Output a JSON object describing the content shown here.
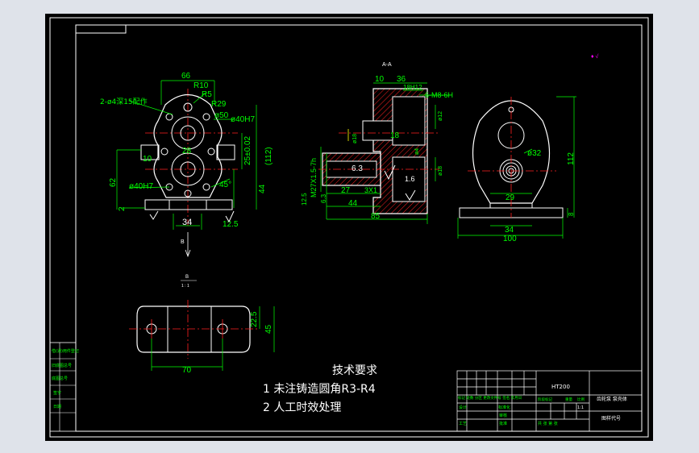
{
  "colors": {
    "background": "#000000",
    "frame": "#ffffff",
    "outline": "#ffffff",
    "dimension": "#00ff00",
    "center_line": "#ff2020",
    "hatch": "#ff2020",
    "hidden": "#ffff00",
    "symbol": "#ff00ff",
    "note": "#ffffff"
  },
  "section_label": "A-A",
  "view_b_label": "B",
  "view_b_scale": "1 : 1",
  "view_b_arrow_label": "B",
  "roughness_symbol": "♦ √",
  "tech_requirements": {
    "title": "技术要求",
    "item1": "1  未注铸造圆角R3-R4",
    "item2": "2  人工时效处理"
  },
  "title_block": {
    "material": "HT200",
    "drawing_name": "齿轮泵 泵壳体",
    "code_label": "图样代号",
    "row_label": "标记 处数 分区 更改文件号 签名 年月日",
    "design": "设计",
    "standard": "标准化",
    "check": "审核",
    "craft": "工艺",
    "approve": "批准",
    "stage": "阶段标记",
    "weight": "重量",
    "scale": "比例",
    "scale_value": "1:1",
    "sheet_count": "共 张 第 张"
  },
  "side_table": [
    "借(通)用件登记",
    "旧底图总号",
    "底图总号",
    "签字",
    "日期"
  ],
  "front_view": {
    "dims": [
      "66",
      "R10",
      "R5",
      "R29",
      "ø50",
      "ø40H7",
      "ø40H7",
      "28",
      "10",
      "25±0.02",
      "(112)",
      "62",
      "44",
      "45°",
      "2",
      "34",
      "12.5",
      "2-ø4深15配作"
    ]
  },
  "section_view": {
    "dims": [
      "10",
      "36",
      "18H12",
      "6-M8-6H",
      "ø12",
      "ø18",
      "18",
      "ø18",
      "M27X1.5-7h",
      "6.3",
      "6.3",
      "3X1",
      "27",
      "44",
      "85",
      "1.6",
      "12.5",
      "ø4"
    ]
  },
  "side_view": {
    "dims": [
      "ø32",
      "29",
      "112",
      "8",
      "34",
      "100"
    ]
  },
  "bottom_view": {
    "dims": [
      "22.5",
      "45",
      "70"
    ]
  }
}
